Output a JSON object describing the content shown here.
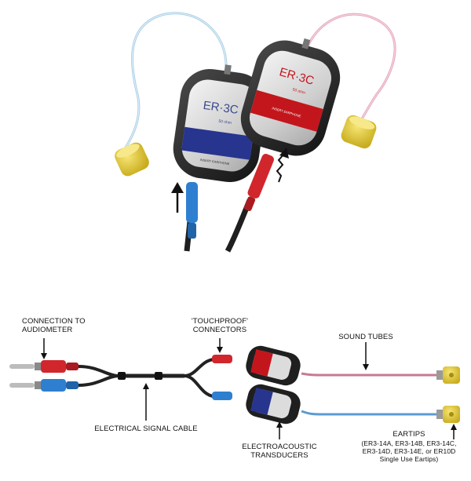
{
  "photo": {
    "left_unit": {
      "brand": "ER·3C",
      "sub": "50 ohm",
      "body_text": "INSERT EARPHONE",
      "band_color": "#27358f"
    },
    "right_unit": {
      "brand": "ER·3C",
      "sub": "50 ohm",
      "body_text": "INSERT EARPHONE",
      "band_color": "#c3161c"
    },
    "colors": {
      "eartip": "#e8d13a",
      "tube_left": "#a9cfe6",
      "tube_right": "#e6a5bd",
      "connector_blue": "#2e7fd0",
      "connector_red": "#d1262c",
      "housing": "#2b2b2b"
    }
  },
  "diagram": {
    "connection_to_audiometer": [
      "CONNECTION TO",
      "AUDIOMETER"
    ],
    "touchproof_connectors": [
      "'TOUCHPROOF'",
      "CONNECTORS"
    ],
    "sound_tubes": "SOUND TUBES",
    "electrical_signal_cable": "ELECTRICAL SIGNAL CABLE",
    "electroacoustic_transducers": [
      "ELECTROACOUSTIC",
      "TRANSDUCERS"
    ],
    "eartips_title": "EARTIPS",
    "eartips_detail": [
      "(ER3-14A, ER3-14B, ER3-14C,",
      "ER3-14D, ER3-14E, or ER10D",
      "Single Use Eartips)"
    ]
  }
}
